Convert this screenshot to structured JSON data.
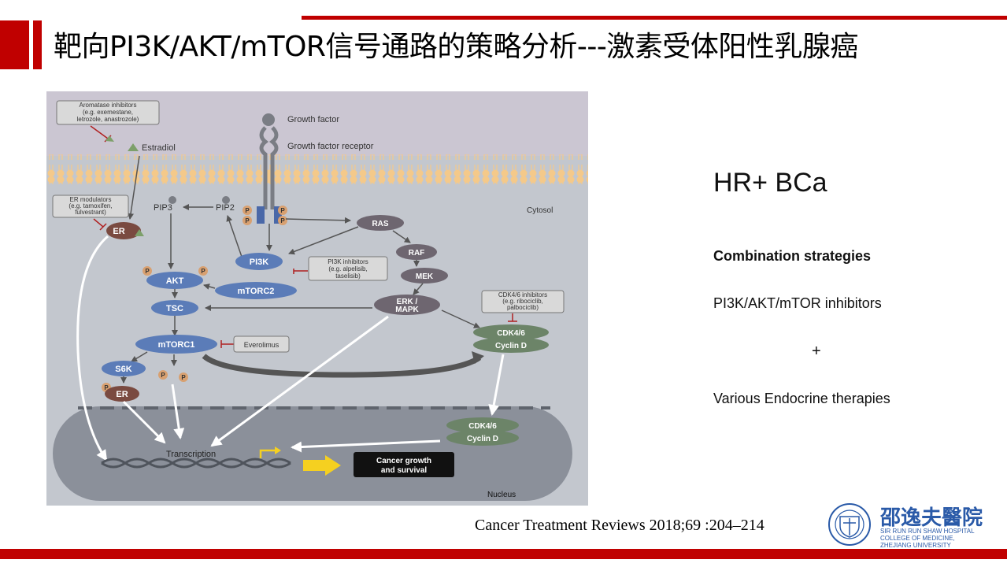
{
  "slide": {
    "title": "靶向PI3K/AKT/mTOR信号通路的策略分析---激素受体阳性乳腺癌",
    "citation": "Cancer Treatment Reviews 2018;69 :204–214"
  },
  "right_panel": {
    "heading": "HR+ BCa",
    "strategies_label": "Combination strategies",
    "line1": "PI3K/AKT/mTOR inhibitors",
    "plus": "+",
    "line2": "Various  Endocrine therapies"
  },
  "logo": {
    "chinese": "邵逸夫醫院",
    "english_line1": "SIR RUN RUN SHAW HOSPITAL",
    "english_line2": "COLLEGE OF MEDICINE,",
    "english_line3": "ZHEJIANG UNIVERSITY"
  },
  "diagram": {
    "growth_factor": "Growth factor",
    "growth_factor_receptor": "Growth factor receptor",
    "aromatase_box": [
      "Aromatase inhibitors",
      "(e.g. exemestane,",
      "letrozole, anastrozole)"
    ],
    "estradiol": "Estradiol",
    "er_modulators_box": [
      "ER modulators",
      "(e.g. tamoxifen,",
      "fulvestrant)"
    ],
    "cytosol": "Cytosol",
    "pip3": "PIP3",
    "pip2": "PIP2",
    "p": "P",
    "ras": "RAS",
    "raf": "RAF",
    "mek": "MEK",
    "erk_line1": "ERK /",
    "erk_line2": "MAPK",
    "er": "ER",
    "pi3k": "PI3K",
    "pi3k_inhibitors_box": [
      "PI3K inhibitors",
      "(e.g. alpelisib,",
      "taselisib)"
    ],
    "akt": "AKT",
    "mtorc2": "mTORC2",
    "tsc": "TSC",
    "cdk_inhibitors_box": [
      "CDK4/6 inhibitors",
      "(e.g. ribociclib,",
      "palbociclib)"
    ],
    "cdk46": "CDK4/6",
    "cyclin_d": "Cyclin D",
    "mtorc1": "mTORC1",
    "everolimus": "Everolimus",
    "s6k": "S6K",
    "transcription": "Transcription",
    "cancer_line1": "Cancer growth",
    "cancer_line2": "and survival",
    "nucleus": "Nucleus"
  }
}
